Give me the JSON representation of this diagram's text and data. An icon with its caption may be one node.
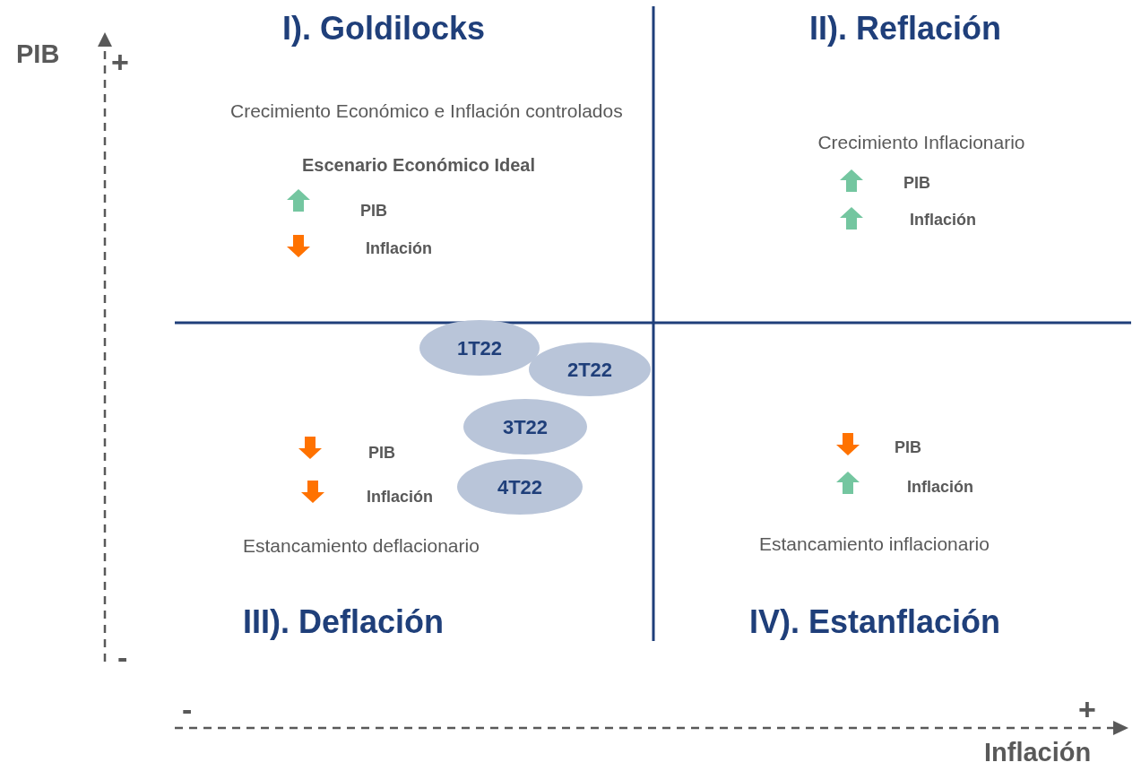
{
  "diagram": {
    "nodes": [
      {
        "text": [
          "1T22"
        ]
      },
      {
        "text": [
          "2T22"
        ]
      },
      {
        "text": [
          "3T22"
        ]
      },
      {
        "text": [
          "4T22"
        ]
      }
    ],
    "labels": [
      "PIB",
      "+",
      "I). Goldilocks",
      "II). Reflación",
      "Crecimiento Económico e Inflación controlados",
      "Escenario Económico Ideal",
      "Crecimiento Inflacionario",
      "PIB",
      "PIB",
      "Inflación",
      "Inflación",
      "PIB",
      "PIB",
      "Inflación",
      "Inflación",
      "Estancamiento deflacionario",
      "Estancamiento inflacionario",
      "III). Deflación",
      "IV). Estanflación",
      "-",
      "-",
      "+",
      "Inflación"
    ]
  }
}
